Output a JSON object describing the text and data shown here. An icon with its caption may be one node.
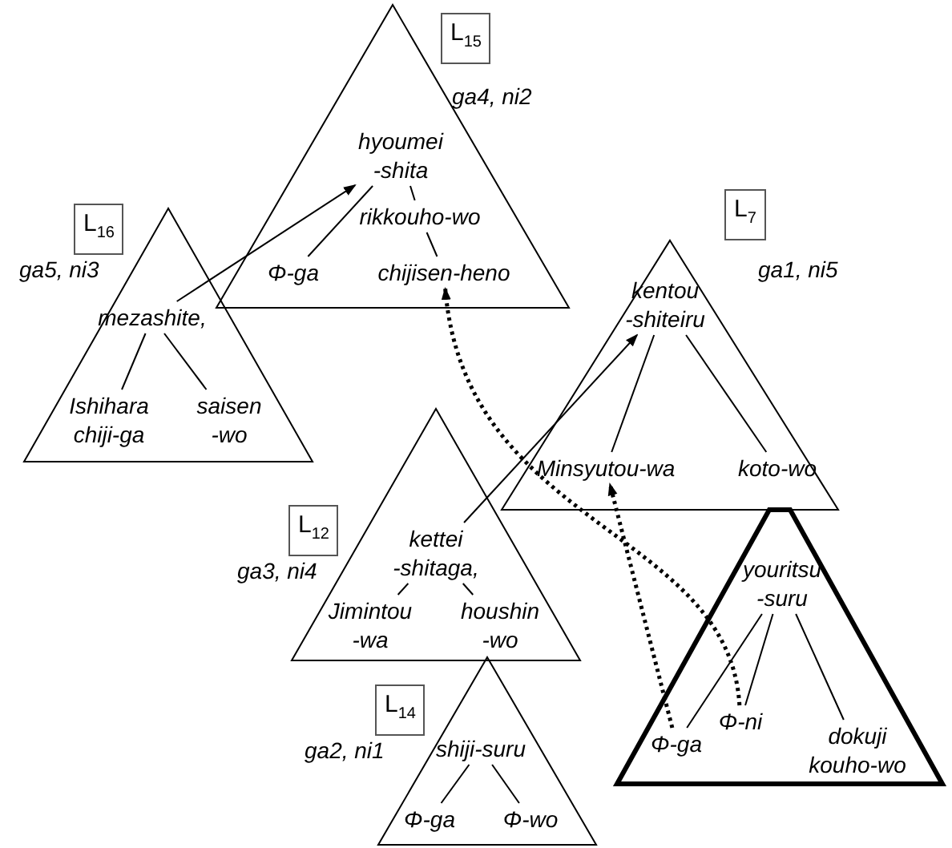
{
  "diagram": {
    "nodes": [
      {
        "text": [],
        "shape": "triangle",
        "beside": [
          "ga4, ni2"
        ]
      },
      {
        "text": [
          "L$_{15}$"
        ]
      },
      {
        "text": [
          "hyoumei -shita"
        ],
        "in": 0
      },
      {
        "text": [
          "Φ-ga"
        ],
        "in": 0
      },
      {
        "text": [
          "rikkouho-wo"
        ],
        "in": 0
      },
      {
        "text": [
          "chijisen-heno"
        ],
        "in": 0
      },
      {
        "text": [],
        "shape": "triangle",
        "beside": [
          "ga5, ni3"
        ]
      },
      {
        "text": [
          "L$_{16}$"
        ]
      },
      {
        "text": [
          "mezashite,"
        ],
        "in": 6
      },
      {
        "text": [
          "Ishihara chiji-ga"
        ],
        "in": 6
      },
      {
        "text": [
          "saisen -wo"
        ],
        "in": 6
      },
      {
        "text": [],
        "shape": "triangle",
        "beside": [
          "ga1, ni5"
        ]
      },
      {
        "text": [
          "L$_{7}$"
        ]
      },
      {
        "text": [
          "kentou -shiteiru"
        ],
        "in": 11
      },
      {
        "text": [
          "Minsyutou-wa"
        ],
        "in": 11
      },
      {
        "text": [
          "koto-wo"
        ],
        "in": 11
      },
      {
        "text": [],
        "shape": "triangle",
        "beside": [
          "ga3, ni4"
        ]
      },
      {
        "text": [
          "L$_{12}$"
        ]
      },
      {
        "text": [
          "kettei -shitaga,"
        ],
        "in": 16
      },
      {
        "text": [
          "Jimintou -wa"
        ],
        "in": 16
      },
      {
        "text": [
          "houshin -wo"
        ],
        "in": 16
      },
      {
        "text": [],
        "shape": "triangle",
        "beside": [
          "ga2, ni1"
        ]
      },
      {
        "text": [
          "L$_{14}$"
        ]
      },
      {
        "text": [
          "shiji-suru"
        ],
        "in": 21
      },
      {
        "text": [
          "Φ-ga"
        ],
        "in": 21
      },
      {
        "text": [
          "Φ-wo"
        ],
        "in": 21
      },
      {
        "text": [],
        "shape": "triangle"
      },
      {
        "text": [
          "youritsu -suru"
        ],
        "in": 26
      },
      {
        "text": [
          "Φ-ga"
        ],
        "in": 26
      },
      {
        "text": [
          "Φ-ni"
        ],
        "in": 26
      },
      {
        "text": [
          "dokuji kouho-wo"
        ],
        "in": 26
      }
    ],
    "edges": [
      {
        "from": 2,
        "to": 3,
        "arrow": "none"
      },
      {
        "from": 2,
        "to": 4,
        "arrow": "none"
      },
      {
        "from": 4,
        "to": 5,
        "arrow": "none"
      },
      {
        "from": 8,
        "to": 9,
        "arrow": "none"
      },
      {
        "from": 8,
        "to": 10,
        "arrow": "none"
      },
      {
        "from": 8,
        "to": 2,
        "arrow": "to"
      },
      {
        "from": 13,
        "to": 14,
        "arrow": "none"
      },
      {
        "from": 13,
        "to": 15,
        "arrow": "none"
      },
      {
        "from": 18,
        "to": 19,
        "arrow": "none"
      },
      {
        "from": 18,
        "to": 20,
        "arrow": "none"
      },
      {
        "from": 18,
        "to": 13,
        "arrow": "to"
      },
      {
        "from": 23,
        "to": 24,
        "arrow": "none"
      },
      {
        "from": 23,
        "to": 25,
        "arrow": "none"
      },
      {
        "from": 27,
        "to": 28,
        "arrow": "none"
      },
      {
        "from": 27,
        "to": 29,
        "arrow": "none"
      },
      {
        "from": 27,
        "to": 30,
        "arrow": "none"
      },
      {
        "from": 28,
        "to": 14,
        "arrow": "to",
        "style": "dashed"
      },
      {
        "from": 29,
        "to": 5,
        "arrow": "to",
        "style": "dashed"
      }
    ]
  }
}
